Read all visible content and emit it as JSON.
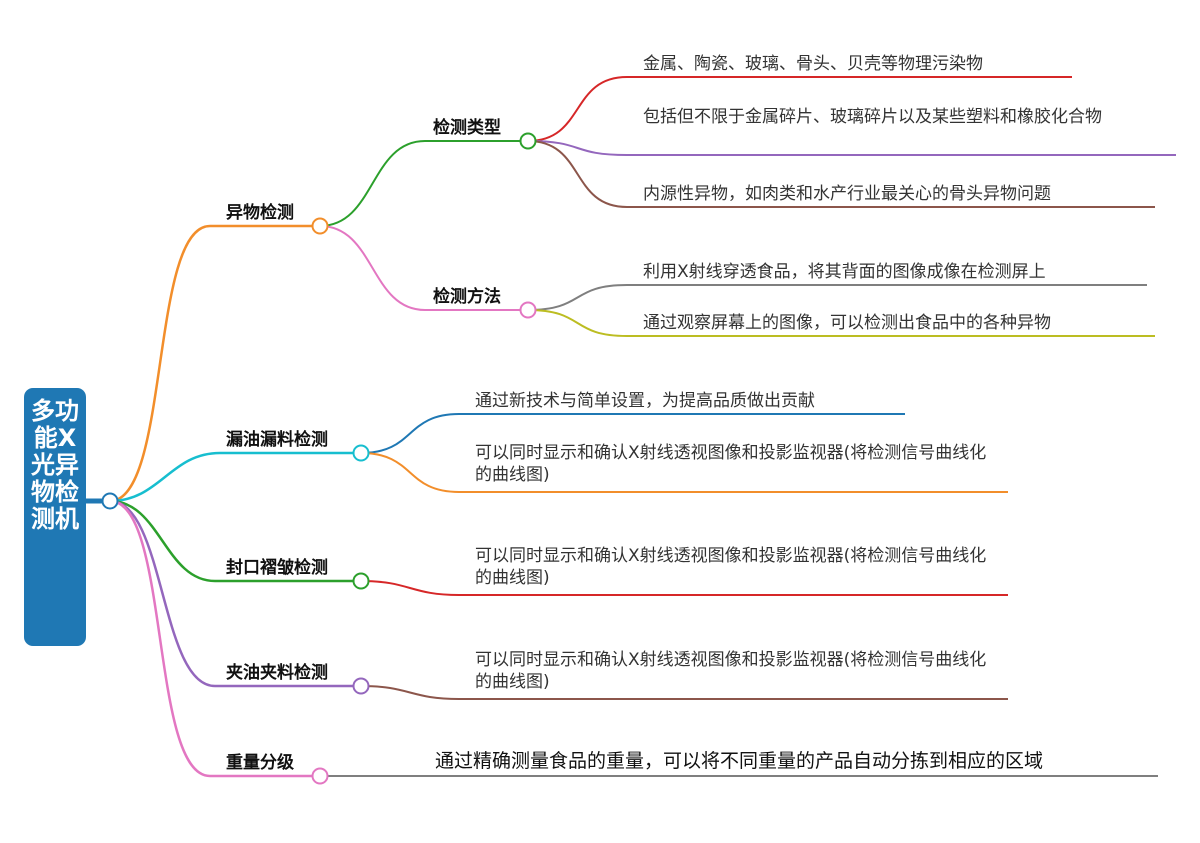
{
  "root": {
    "label": "多功能X光异物检测机",
    "color": "#1f78b4"
  },
  "branches": [
    {
      "label": "异物检测",
      "color": "#f28e2b",
      "subs": [
        {
          "label": "检测类型",
          "color": "#2ca02c",
          "leaves": [
            {
              "text": "金属、陶瓷、玻璃、骨头、贝壳等物理污染物",
              "color": "#d62728"
            },
            {
              "text": "包括但不限于金属碎片、玻璃碎片以及某些塑料和橡胶化合物",
              "color": "#9467bd"
            },
            {
              "text": "内源性异物，如肉类和水产行业最关心的骨头异物问题",
              "color": "#8c564b"
            }
          ]
        },
        {
          "label": "检测方法",
          "color": "#e377c2",
          "leaves": [
            {
              "text": "利用X射线穿透食品，将其背面的图像成像在检测屏上",
              "color": "#7f7f7f"
            },
            {
              "text": "通过观察屏幕上的图像，可以检测出食品中的各种异物",
              "color": "#bcbd22"
            }
          ]
        }
      ]
    },
    {
      "label": "漏油漏料检测",
      "color": "#17becf",
      "leaves": [
        {
          "text": "通过新技术与简单设置，为提高品质做出贡献",
          "color": "#1f78b4"
        },
        {
          "text": "可以同时显示和确认X射线透视图像和投影监视器(将检测信号曲线化的曲线图)",
          "color": "#f28e2b"
        }
      ]
    },
    {
      "label": "封口褶皱检测",
      "color": "#2ca02c",
      "leaves": [
        {
          "text": "可以同时显示和确认X射线透视图像和投影监视器(将检测信号曲线化的曲线图)",
          "color": "#d62728"
        }
      ]
    },
    {
      "label": "夹油夹料检测",
      "color": "#9467bd",
      "leaves": [
        {
          "text": "可以同时显示和确认X射线透视图像和投影监视器(将检测信号曲线化的曲线图)",
          "color": "#8c564b"
        }
      ]
    },
    {
      "label": "重量分级",
      "color": "#e377c2",
      "leaves": [
        {
          "text": "通过精确测量食品的重量，可以将不同重量的产品自动分拣到相应的区域",
          "color": "#7f7f7f"
        }
      ]
    }
  ]
}
